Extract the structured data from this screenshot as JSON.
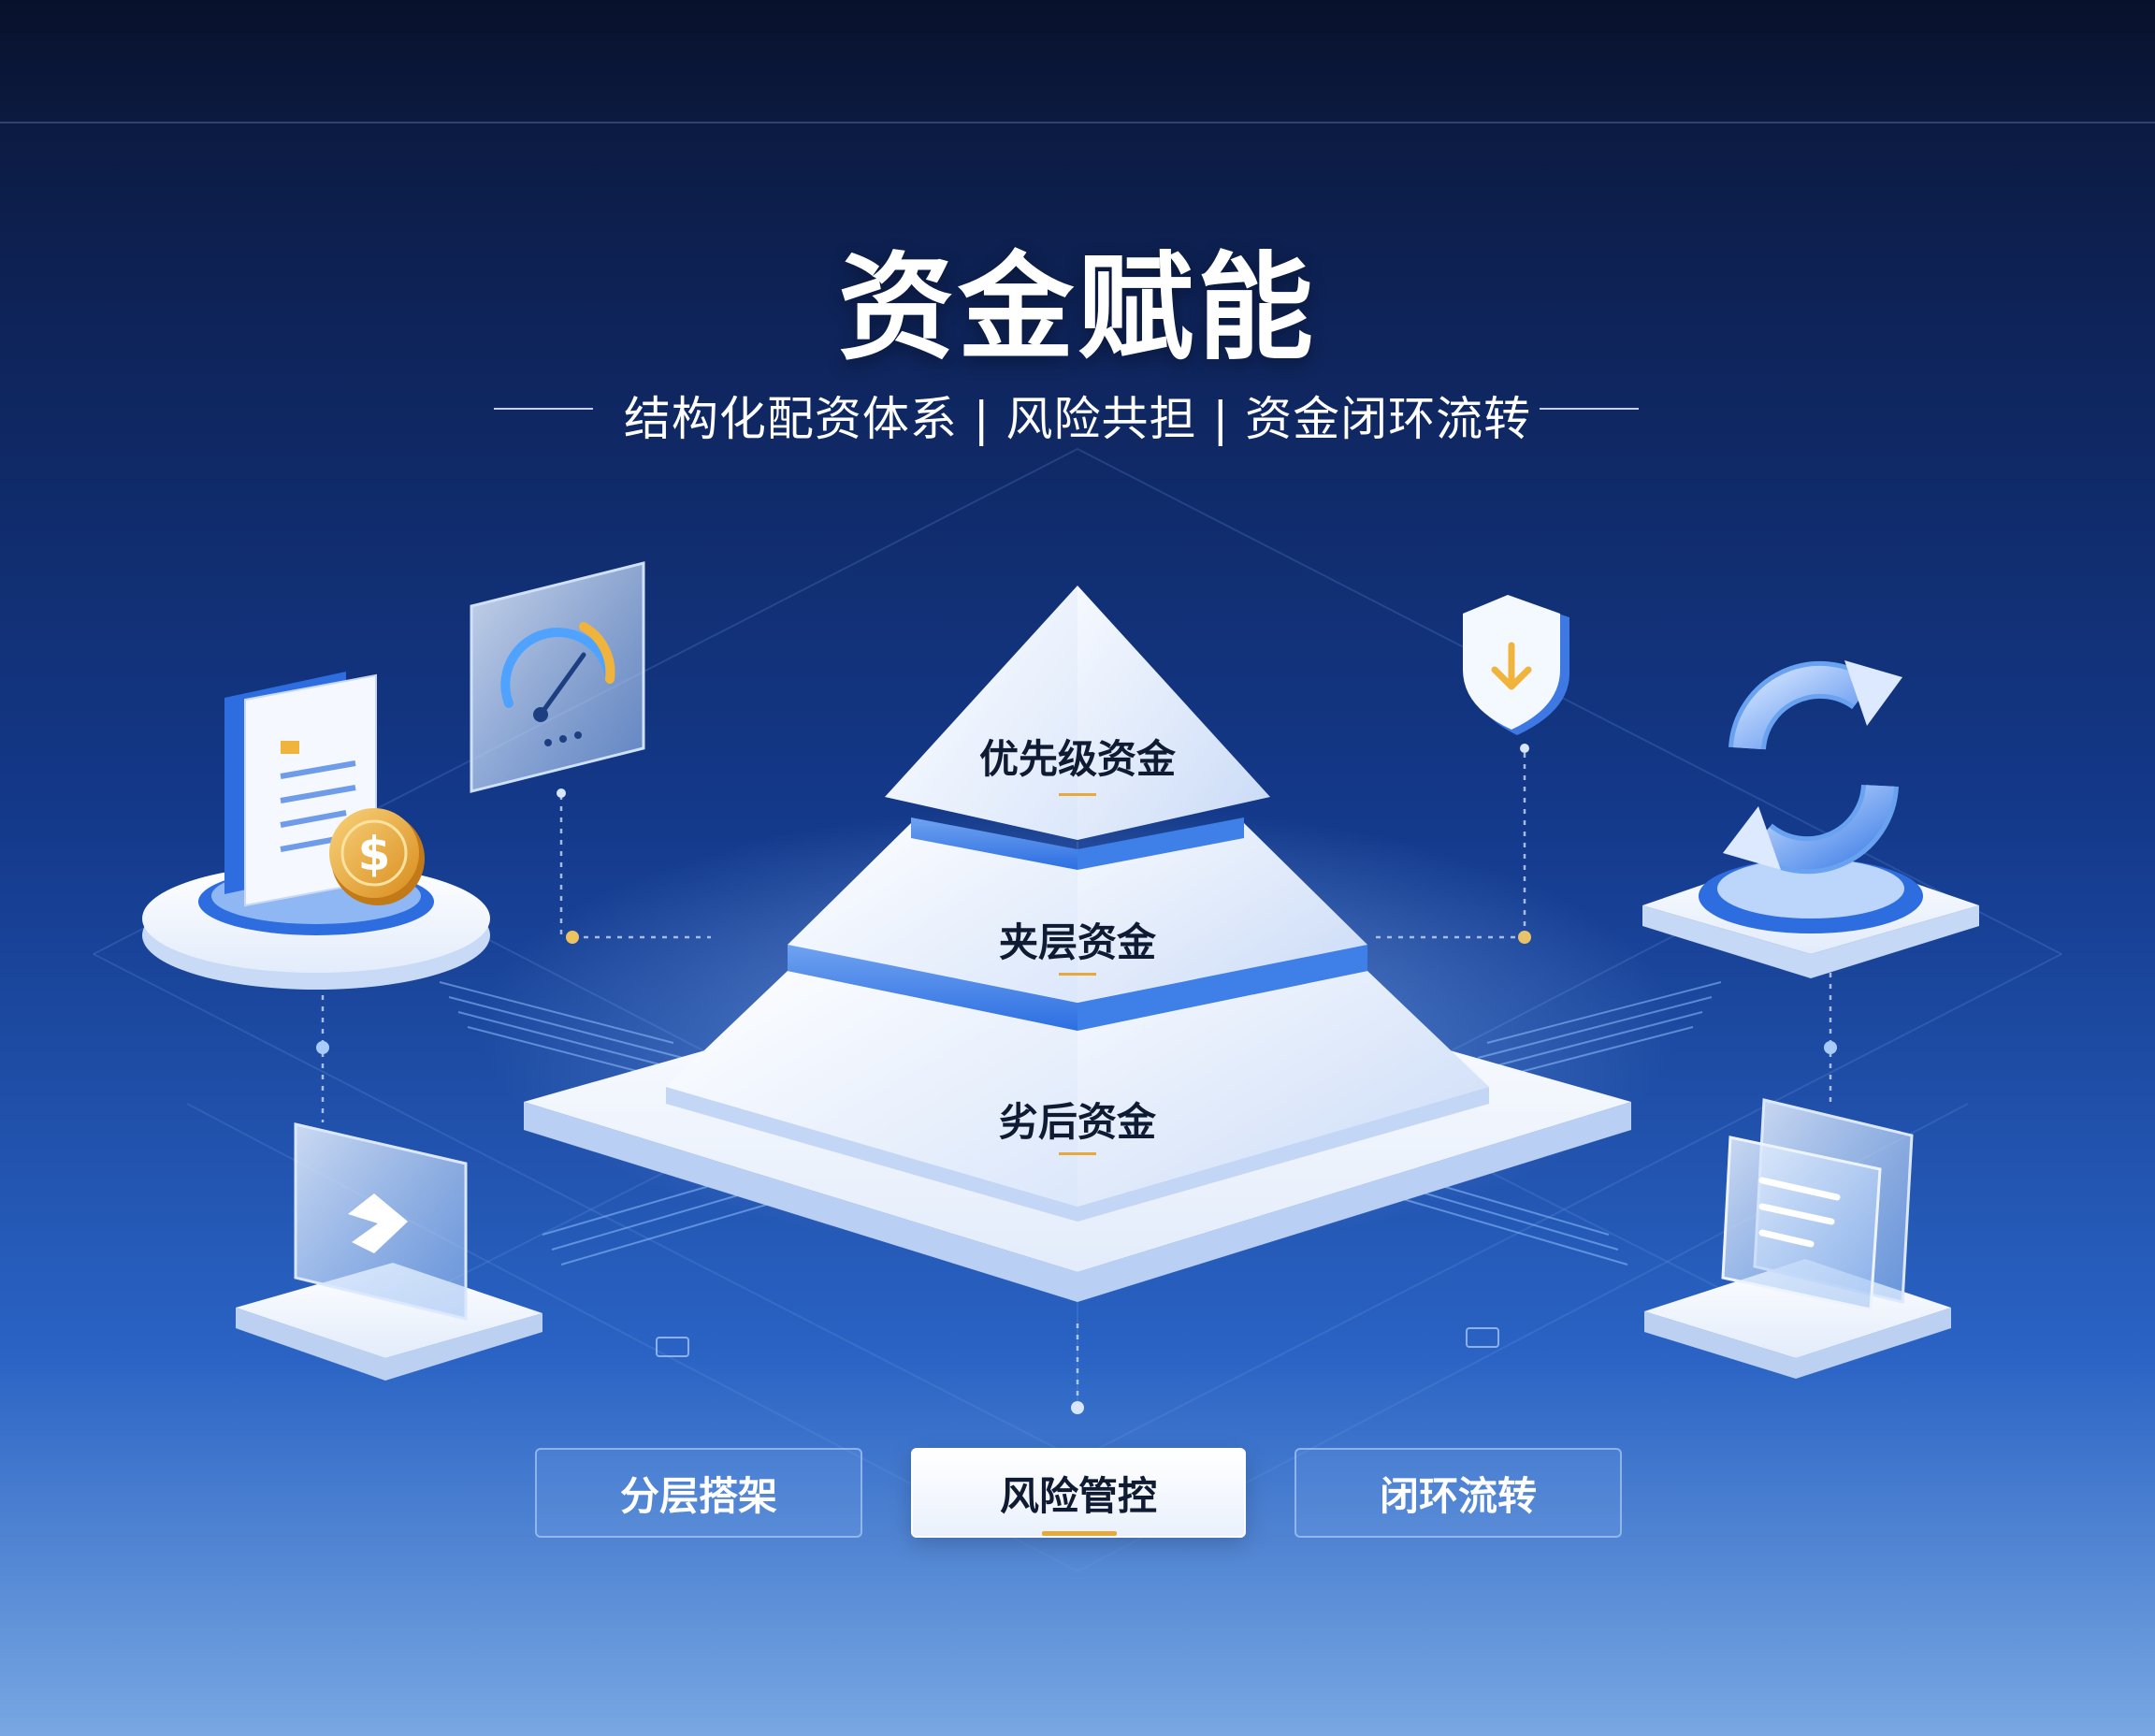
{
  "title": "资金赋能",
  "subtitle": "结构化配资体系 | 风险共担 | 资金闭环流转",
  "pyramid": {
    "tiers": [
      {
        "label": "优先级资金"
      },
      {
        "label": "夹层资金"
      },
      {
        "label": "劣后资金"
      }
    ]
  },
  "buttons": [
    {
      "label": "分层搭架",
      "active": false
    },
    {
      "label": "风险管控",
      "active": true
    },
    {
      "label": "闭环流转",
      "active": false
    }
  ],
  "icons": {
    "document_coin": "document-coin-icon",
    "gauge": "speedometer-icon",
    "shield": "shield-download-icon",
    "refresh": "refresh-cycle-icon",
    "arrow_panel": "forward-arrow-panel-icon",
    "text_panel": "text-lines-panel-icon",
    "coin_symbol": "$"
  },
  "colors": {
    "background_top": "#0a1533",
    "background_bottom": "#78a7e2",
    "accent_blue": "#2f6fe0",
    "accent_gold": "#e8a93a",
    "pyramid_white": "#f3f7ff"
  }
}
